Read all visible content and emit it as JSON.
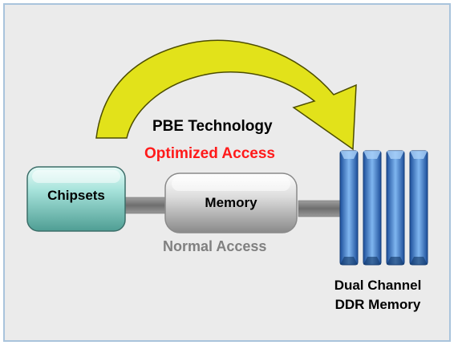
{
  "diagram": {
    "title": "PBE Technology",
    "optimized_label": "Optimized Access",
    "normal_label": "Normal Access",
    "chipsets_label": "Chipsets",
    "memory_label": "Memory",
    "ddr_label_line1": "Dual Channel",
    "ddr_label_line2": "DDR Memory",
    "dimm_count": 4
  },
  "colors": {
    "background": "#ebebeb",
    "frame_border": "#a9c4dc",
    "arrow_fill": "#e2e21a",
    "arrow_stroke": "#4d4d00",
    "optimized_text": "#ff1a1a",
    "normal_text": "#808080",
    "chipsets_fill": "#8fd4cc",
    "memory_fill": "#d9d9d9",
    "dimm_fill": "#3a7fd0",
    "connector": "#808080"
  }
}
